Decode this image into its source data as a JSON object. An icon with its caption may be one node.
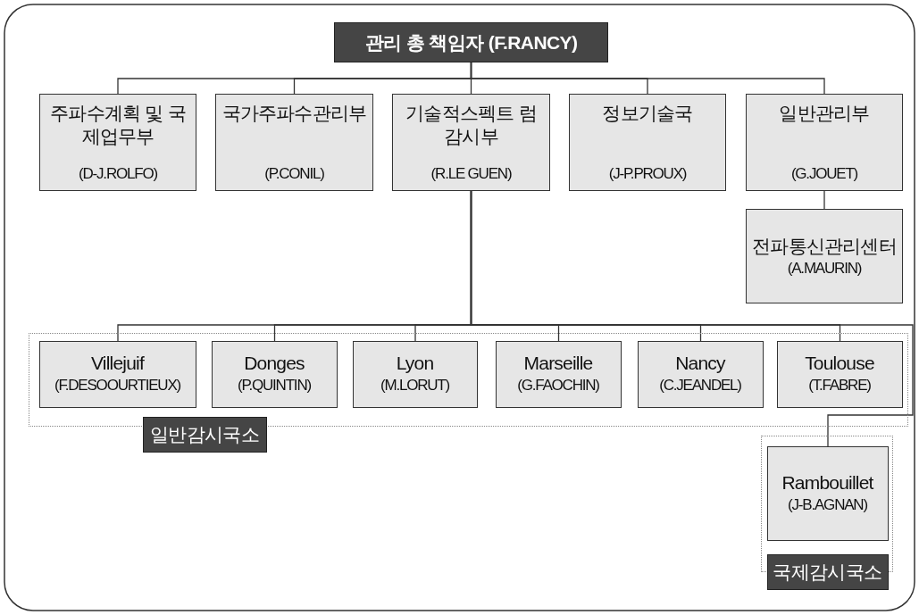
{
  "diagram": {
    "nodes": [
      {
        "text": [
          "관리 총 책임자 (F.RANCY)"
        ]
      },
      {
        "text": [
          "주파수계획 및 국제업무부",
          "(D-J.ROLFO)"
        ]
      },
      {
        "text": [
          "국가주파수관리부",
          "(P.CONIL)"
        ]
      },
      {
        "text": [
          "기술적스펙트 럼감시부",
          "(R.LE GUEN)"
        ]
      },
      {
        "text": [
          "정보기술국",
          "(J-P.PROUX)"
        ]
      },
      {
        "text": [
          "일반관리부",
          "(G.JOUET)"
        ]
      },
      {
        "text": [
          "전파통신관리센터",
          "(A.MAURIN)"
        ]
      },
      {
        "text": [
          "일반감시국소"
        ]
      },
      {
        "text": [
          "Villejuif",
          "(F.DESOOURTIEUX)"
        ],
        "in": 7
      },
      {
        "text": [
          "Donges",
          "(P.QUINTIN)"
        ],
        "in": 7
      },
      {
        "text": [
          "Lyon",
          "(M.LORUT)"
        ],
        "in": 7
      },
      {
        "text": [
          "Marseille",
          "(G.FAOCHIN)"
        ],
        "in": 7
      },
      {
        "text": [
          "Nancy",
          "(C.JEANDEL)"
        ],
        "in": 7
      },
      {
        "text": [
          "Toulouse",
          "(T.FABRE)"
        ],
        "in": 7
      },
      {
        "text": [
          "국제감시국소"
        ]
      },
      {
        "text": [
          "Rambouillet",
          "(J-B.AGNAN)"
        ],
        "in": 14
      }
    ],
    "edges": [
      {
        "from": 0,
        "to": 1,
        "arrow": "none"
      },
      {
        "from": 0,
        "to": 2,
        "arrow": "none"
      },
      {
        "from": 0,
        "to": 3,
        "arrow": "none"
      },
      {
        "from": 0,
        "to": 4,
        "arrow": "none"
      },
      {
        "from": 0,
        "to": 5,
        "arrow": "none"
      },
      {
        "from": 5,
        "to": 6,
        "arrow": "none"
      },
      {
        "from": 3,
        "to": 8,
        "arrow": "none"
      },
      {
        "from": 3,
        "to": 9,
        "arrow": "none"
      },
      {
        "from": 3,
        "to": 10,
        "arrow": "none"
      },
      {
        "from": 3,
        "to": 11,
        "arrow": "none"
      },
      {
        "from": 3,
        "to": 12,
        "arrow": "none"
      },
      {
        "from": 3,
        "to": 13,
        "arrow": "none"
      },
      {
        "from": 3,
        "to": 15,
        "arrow": "none"
      }
    ]
  }
}
